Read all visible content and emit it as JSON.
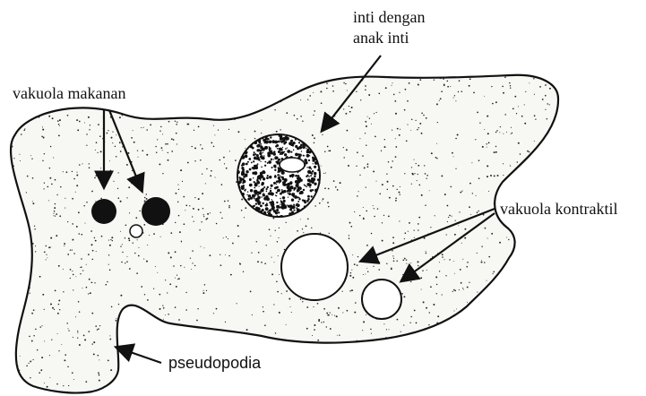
{
  "diagram": {
    "labels": {
      "food_vacuole": "vakuola makanan",
      "nucleus_line1": "inti dengan",
      "nucleus_line2": "anak inti",
      "contractile_vacuole": "vakuola kontraktil",
      "pseudopodia": "pseudopodia"
    },
    "colors": {
      "ink": "#111111",
      "background": "#ffffff",
      "cell_fill": "#f7f7f4"
    }
  }
}
